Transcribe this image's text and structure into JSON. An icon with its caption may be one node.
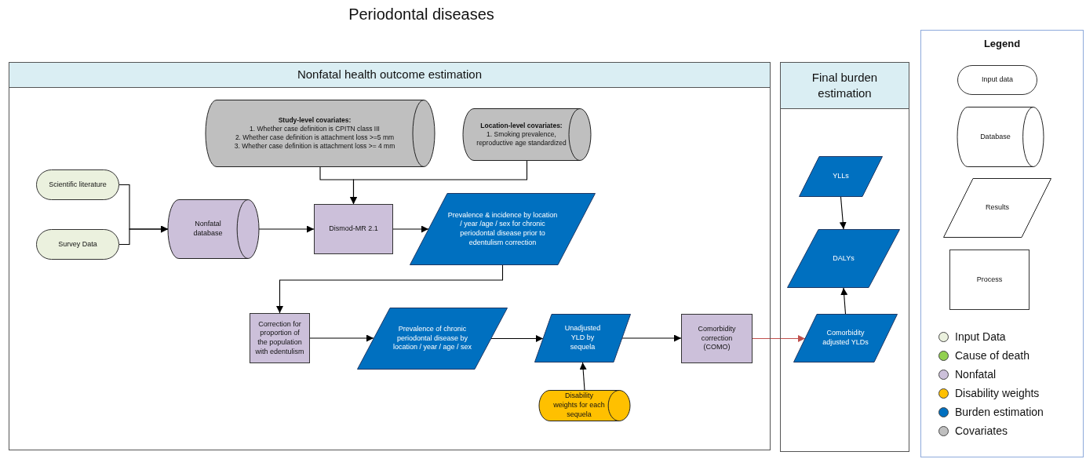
{
  "diagram": {
    "title": "Periodontal diseases",
    "nodes": [
      {
        "text": [
          "Nonfatal health outcome estimation"
        ]
      },
      {
        "text": [
          "Study-level covariates:",
          "1. Whether case definition is CPITN class III",
          "2. Whether case definition is attachment loss >=5 mm",
          "3. Whether case definition is attachment loss >= 4 mm"
        ],
        "in": 0
      },
      {
        "text": [
          "Location-level covariates:",
          "1. Smoking prevalence, reproductive age standardized"
        ],
        "in": 0
      },
      {
        "text": [
          "Scientific literature"
        ],
        "in": 0
      },
      {
        "text": [
          "Survey Data"
        ],
        "in": 0
      },
      {
        "text": [
          "Nonfatal database"
        ],
        "in": 0
      },
      {
        "text": [
          "Dismod-MR 2.1"
        ],
        "in": 0
      },
      {
        "text": [
          "Prevalence & incidence by location / year /age / sex for chronic periodontal disease prior to edentulism correction"
        ],
        "in": 0
      },
      {
        "text": [
          "Correction for proportion of the population with edentulism"
        ],
        "in": 0
      },
      {
        "text": [
          "Prevalence of chronic periodontal disease by location / year / age / sex"
        ],
        "in": 0
      },
      {
        "text": [
          "Unadjusted YLD by sequela"
        ],
        "in": 0
      },
      {
        "text": [
          "Disability weights for each sequela"
        ],
        "in": 0
      },
      {
        "text": [
          "Comorbidity correction (COMO)"
        ],
        "in": 0
      },
      {
        "text": [
          "Final burden estimation"
        ]
      },
      {
        "text": [
          "YLLs"
        ],
        "in": 13
      },
      {
        "text": [
          "DALYs"
        ],
        "in": 13
      },
      {
        "text": [
          "Comorbidity adjusted YLDs"
        ],
        "in": 13
      },
      {
        "text": [
          "Legend"
        ]
      },
      {
        "text": [
          "Input data"
        ],
        "in": 17
      },
      {
        "text": [
          "Database"
        ],
        "in": 17
      },
      {
        "text": [
          "Results"
        ],
        "in": 17
      },
      {
        "text": [
          "Process"
        ],
        "in": 17
      }
    ],
    "edges": [
      {
        "from": 3,
        "to": 5,
        "arrow": "to"
      },
      {
        "from": 4,
        "to": 5,
        "arrow": "to"
      },
      {
        "from": 5,
        "to": 6,
        "arrow": "to"
      },
      {
        "from": 1,
        "to": 6,
        "arrow": "to"
      },
      {
        "from": 2,
        "to": 6,
        "arrow": "to"
      },
      {
        "from": 6,
        "to": 7,
        "arrow": "to"
      },
      {
        "from": 7,
        "to": 8,
        "arrow": "to"
      },
      {
        "from": 8,
        "to": 9,
        "arrow": "to"
      },
      {
        "from": 9,
        "to": 10,
        "arrow": "to"
      },
      {
        "from": 11,
        "to": 10,
        "arrow": "to"
      },
      {
        "from": 10,
        "to": 12,
        "arrow": "to"
      },
      {
        "from": 12,
        "to": 16,
        "arrow": "to",
        "color": "#c0504d"
      },
      {
        "from": 14,
        "to": 15,
        "arrow": "to"
      },
      {
        "from": 16,
        "to": 15,
        "arrow": "to"
      }
    ],
    "legend": [
      {
        "text": "Input Data",
        "color": "#ebf1de"
      },
      {
        "text": "Cause of death",
        "color": "#92d050"
      },
      {
        "text": "Nonfatal",
        "color": "#ccc0da"
      },
      {
        "text": "Disability weights",
        "color": "#ffc000"
      },
      {
        "text": "Burden estimation",
        "color": "#0070c0"
      },
      {
        "text": "Covariates",
        "color": "#bfbfbf"
      }
    ]
  }
}
